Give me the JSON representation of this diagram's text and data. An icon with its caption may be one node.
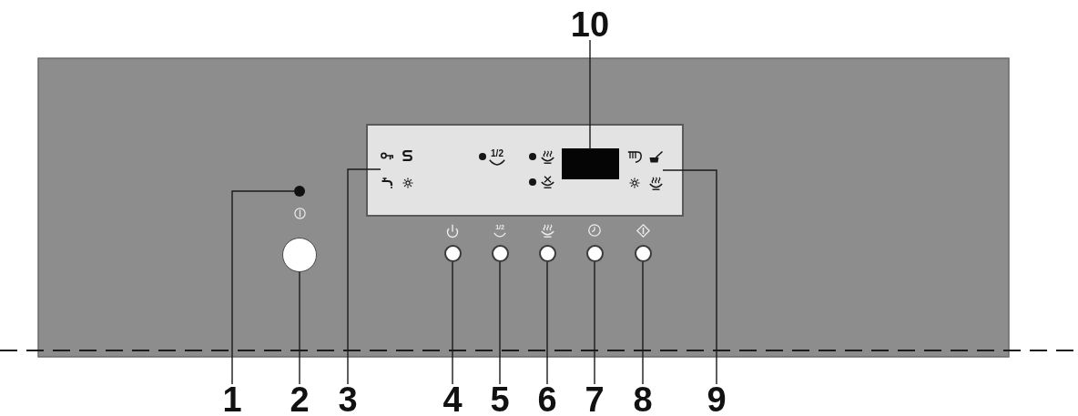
{
  "diagram": {
    "nodes": [
      {
        "text": [
          "10"
        ]
      },
      {
        "text": [],
        "shape": "picture"
      },
      {
        "text": [],
        "shape": "box"
      },
      {
        "text": [],
        "shape": "picture"
      },
      {
        "text": [],
        "shape": "circle"
      },
      {
        "text": [],
        "shape": "circle"
      },
      {
        "text": [],
        "shape": "circle"
      },
      {
        "text": [],
        "shape": "circle"
      },
      {
        "text": [],
        "shape": "circle"
      },
      {
        "text": [],
        "shape": "circle"
      },
      {
        "text": [],
        "shape": "circle"
      },
      {
        "text": [
          "1"
        ]
      },
      {
        "text": [
          "2"
        ]
      },
      {
        "text": [
          "3"
        ]
      },
      {
        "text": [
          "4"
        ]
      },
      {
        "text": [
          "5"
        ]
      },
      {
        "text": [
          "6"
        ]
      },
      {
        "text": [
          "7"
        ]
      },
      {
        "text": [
          "8"
        ]
      },
      {
        "text": [
          "9"
        ]
      }
    ],
    "edges": [
      {
        "from": 11,
        "to": 4,
        "arrow": "none"
      },
      {
        "from": 12,
        "to": 5,
        "arrow": "none"
      },
      {
        "from": 13,
        "to": 1,
        "arrow": "none"
      },
      {
        "from": 14,
        "to": 6,
        "arrow": "none"
      },
      {
        "from": 15,
        "to": 7,
        "arrow": "none"
      },
      {
        "from": 16,
        "to": 8,
        "arrow": "none"
      },
      {
        "from": 17,
        "to": 9,
        "arrow": "none"
      },
      {
        "from": 18,
        "to": 10,
        "arrow": "none"
      },
      {
        "from": 19,
        "to": 3,
        "arrow": "none"
      },
      {
        "from": 0,
        "to": 2,
        "arrow": "none"
      }
    ],
    "labels": [
      "1/2",
      "1/2"
    ]
  }
}
